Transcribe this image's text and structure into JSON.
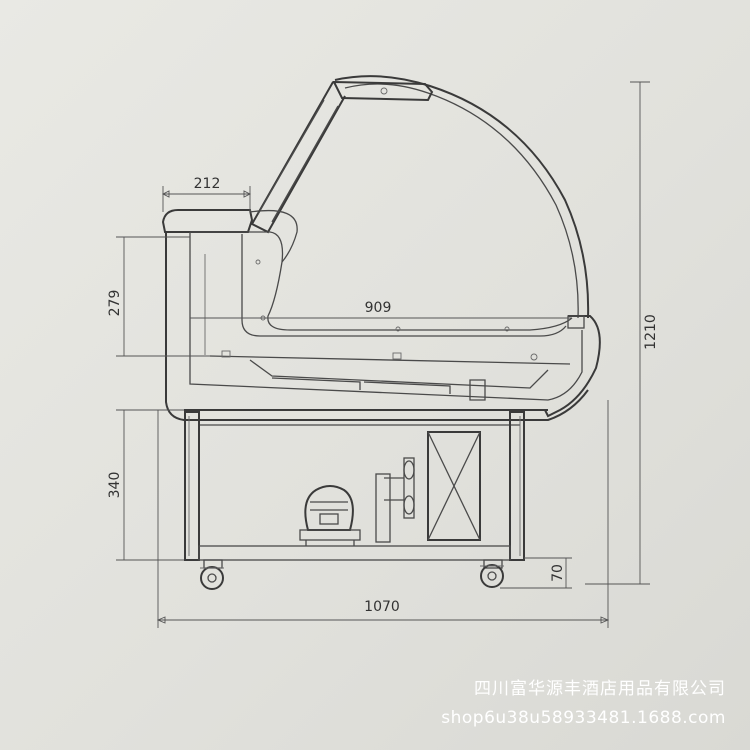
{
  "dimensions": {
    "top_shelf_width": "212",
    "upper_height": "279",
    "display_depth": "909",
    "overall_height": "1210",
    "lower_height": "340",
    "wheel_height": "70",
    "overall_width": "1070"
  },
  "watermark": {
    "company": "四川富华源丰酒店用品有限公司",
    "shop_url": "shop6u38u58933481.1688.com"
  }
}
